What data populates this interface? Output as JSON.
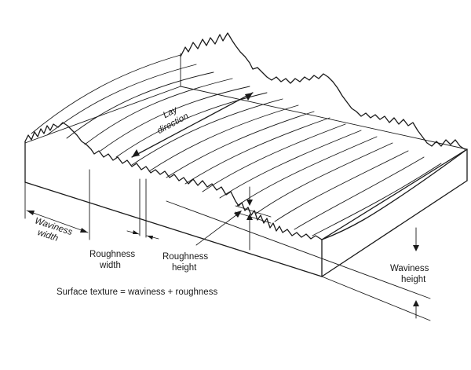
{
  "labels": {
    "lay_direction_1": "Lay",
    "lay_direction_2": "direction",
    "waviness_width_1": "Waviness",
    "waviness_width_2": "width",
    "roughness_width_1": "Roughness",
    "roughness_width_2": "width",
    "roughness_height_1": "Roughness",
    "roughness_height_2": "height",
    "waviness_height_1": "Waviness",
    "waviness_height_2": "height"
  },
  "caption": "Surface texture = waviness + roughness"
}
